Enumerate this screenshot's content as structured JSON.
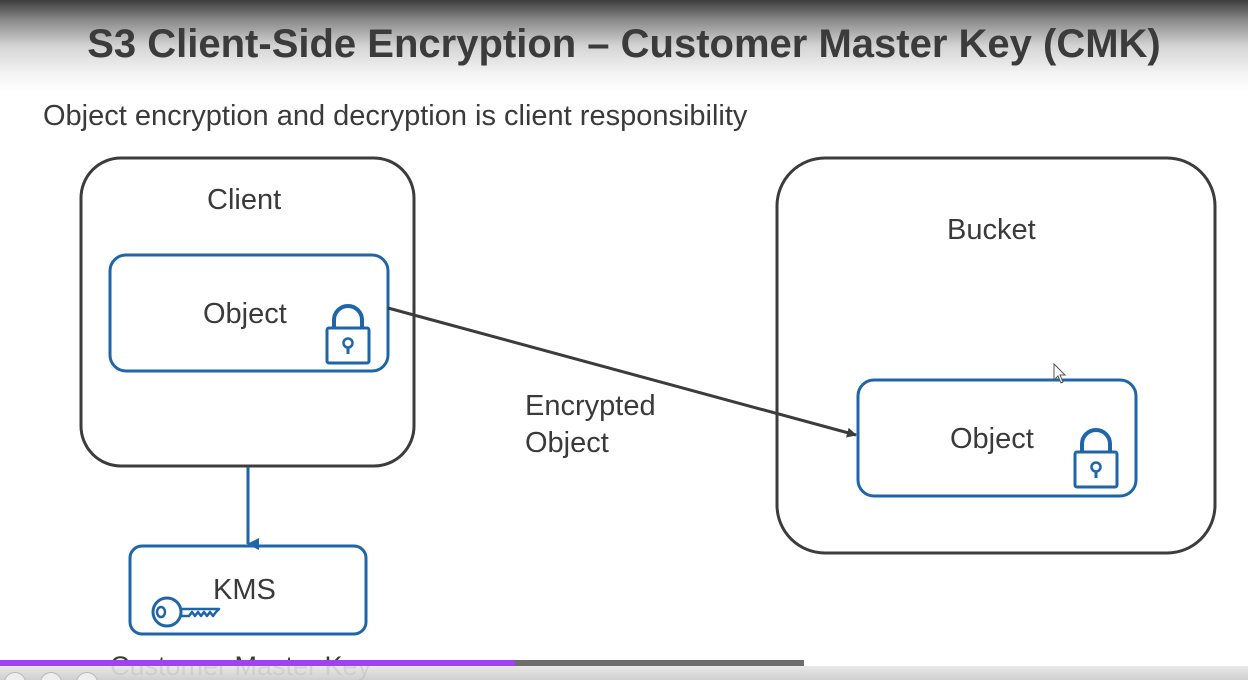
{
  "slide": {
    "title": "S3 Client-Side Encryption – Customer Master Key (CMK)",
    "subtitle": "Object encryption and decryption is client responsibility"
  },
  "diagram": {
    "client_label": "Client",
    "client_object_label": "Object",
    "bucket_label": "Bucket",
    "bucket_object_label": "Object",
    "arrow_label_line1": "Encrypted",
    "arrow_label_line2": "Object",
    "kms_label": "KMS",
    "kms_caption": "Customer Master Key"
  },
  "player": {
    "progress_fraction": 0.64
  },
  "icons": {
    "lock": "lock-icon",
    "key": "key-icon",
    "cursor": "mouse-cursor-icon"
  },
  "colors": {
    "box_border": "#3c3c3c",
    "accent_blue": "#1f66a8",
    "progress_fill": "#a241f0",
    "progress_track": "#6d6d6d"
  }
}
